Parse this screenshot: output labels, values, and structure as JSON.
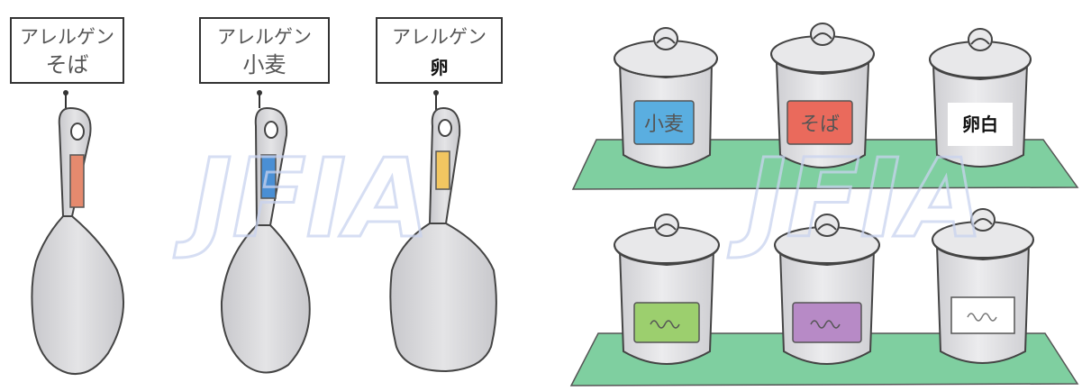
{
  "watermark": "JFIA",
  "scoops": [
    {
      "tag_line1": "アレルゲン",
      "tag_line2": "そば",
      "handle_label_color": "#e58a6e"
    },
    {
      "tag_line1": "アレルゲン",
      "tag_line2": "小麦",
      "handle_label_color": "#4a8fd4"
    },
    {
      "tag_line1": "アレルゲン",
      "tag_line2": "卵",
      "handle_label_color": "#f2c661"
    }
  ],
  "containers_top": [
    {
      "label": "小麦",
      "label_color": "#5aaee0"
    },
    {
      "label": "そば",
      "label_color": "#ea6a5c"
    },
    {
      "label": "卵白",
      "label_color": "#ffffff"
    }
  ],
  "containers_bottom": [
    {
      "label_color": "#9ccf6e"
    },
    {
      "label_color": "#b78ac6"
    },
    {
      "label_color": "#ffffff"
    }
  ],
  "colors": {
    "shelf_green": "#7fcfa0",
    "container_gray": "#e3e3e5",
    "scoop_gray": "#d8d8da"
  }
}
